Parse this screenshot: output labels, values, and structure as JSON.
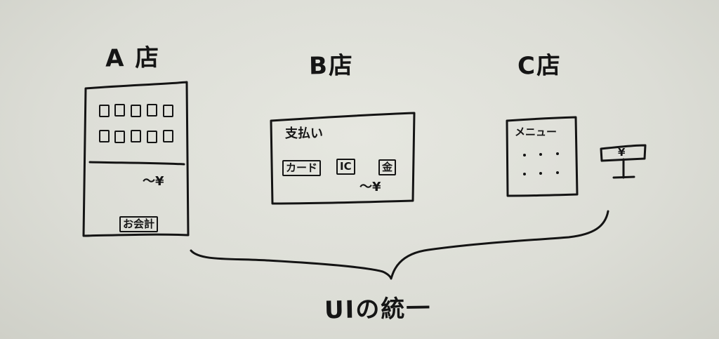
{
  "stores": {
    "a": {
      "title": "A 店",
      "price": "〜¥",
      "checkout_button": "お会計"
    },
    "b": {
      "title": "B店",
      "payment_heading": "支払い",
      "methods": [
        "カード",
        "IC",
        "金"
      ],
      "price": "〜¥"
    },
    "c": {
      "title": "C店",
      "menu_heading": "メニュー",
      "terminal_label": "¥"
    }
  },
  "conclusion": "UIの統一"
}
